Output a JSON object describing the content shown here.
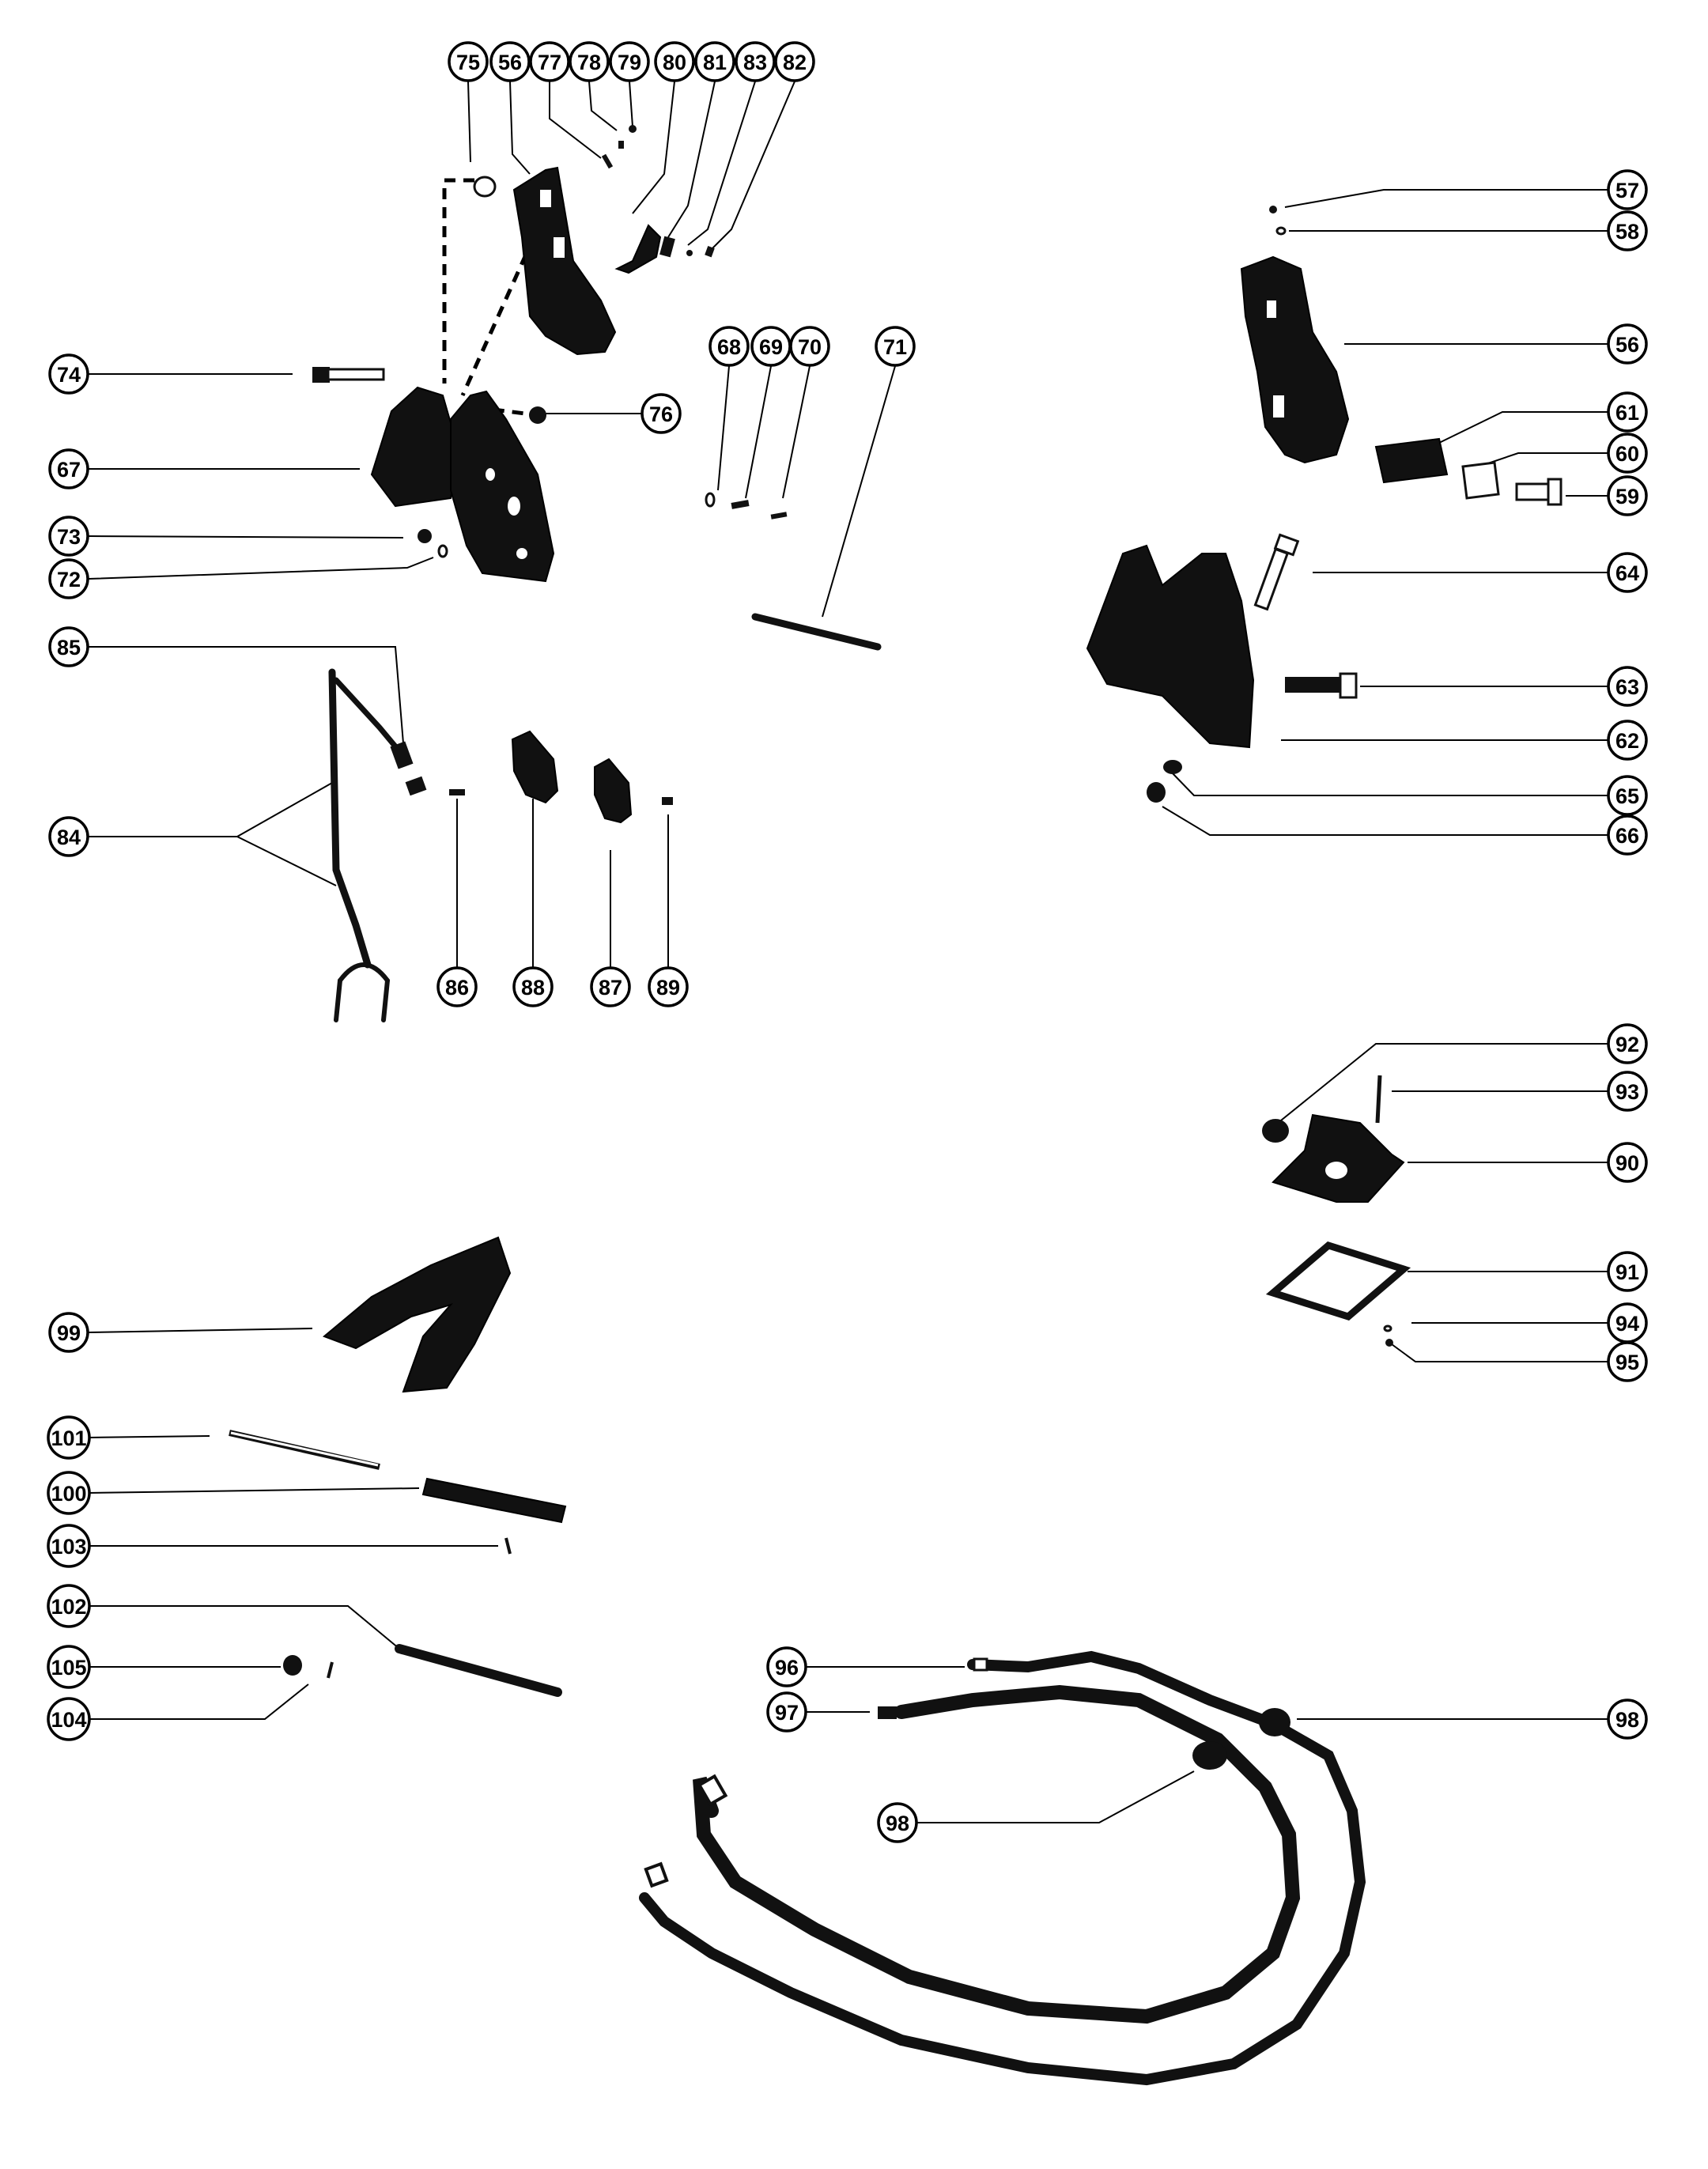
{
  "diagram": {
    "callouts": [
      "56",
      "57",
      "58",
      "59",
      "60",
      "61",
      "62",
      "63",
      "64",
      "65",
      "66",
      "67",
      "68",
      "69",
      "70",
      "71",
      "72",
      "73",
      "74",
      "75",
      "76",
      "77",
      "78",
      "79",
      "80",
      "81",
      "82",
      "83",
      "84",
      "85",
      "86",
      "87",
      "88",
      "89",
      "90",
      "91",
      "92",
      "93",
      "94",
      "95",
      "96",
      "97",
      "98",
      "99",
      "100",
      "101",
      "102",
      "103",
      "104",
      "105"
    ],
    "colors": {
      "ink": "#111111",
      "paper": "#ffffff"
    }
  }
}
